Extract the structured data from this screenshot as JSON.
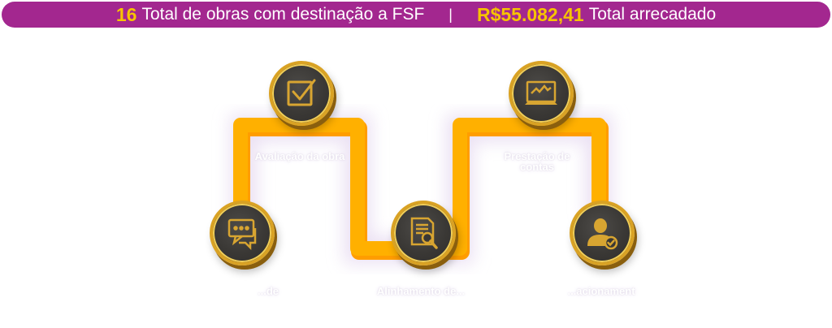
{
  "banner": {
    "works_count": "16",
    "works_label": "Total de obras com destinação a FSF",
    "separator": "|",
    "amount": "R$55.082,41",
    "amount_label": "Total arrecadado"
  },
  "colors": {
    "banner_bg": "#a3278f",
    "highlight": "#f6c400",
    "path": "#ffb000",
    "coin_face": "#3a3835",
    "coin_rim": "#d9a224"
  },
  "steps": [
    {
      "icon": "chat-bubbles-icon",
      "label": "...de"
    },
    {
      "icon": "checkbox-icon",
      "label": "Avaliação da obra"
    },
    {
      "icon": "document-magnifier-icon",
      "label": "Alinhamento de..."
    },
    {
      "icon": "monitor-chart-icon",
      "label": "Prestação de contas"
    },
    {
      "icon": "user-check-icon",
      "label": "...acionament"
    }
  ]
}
